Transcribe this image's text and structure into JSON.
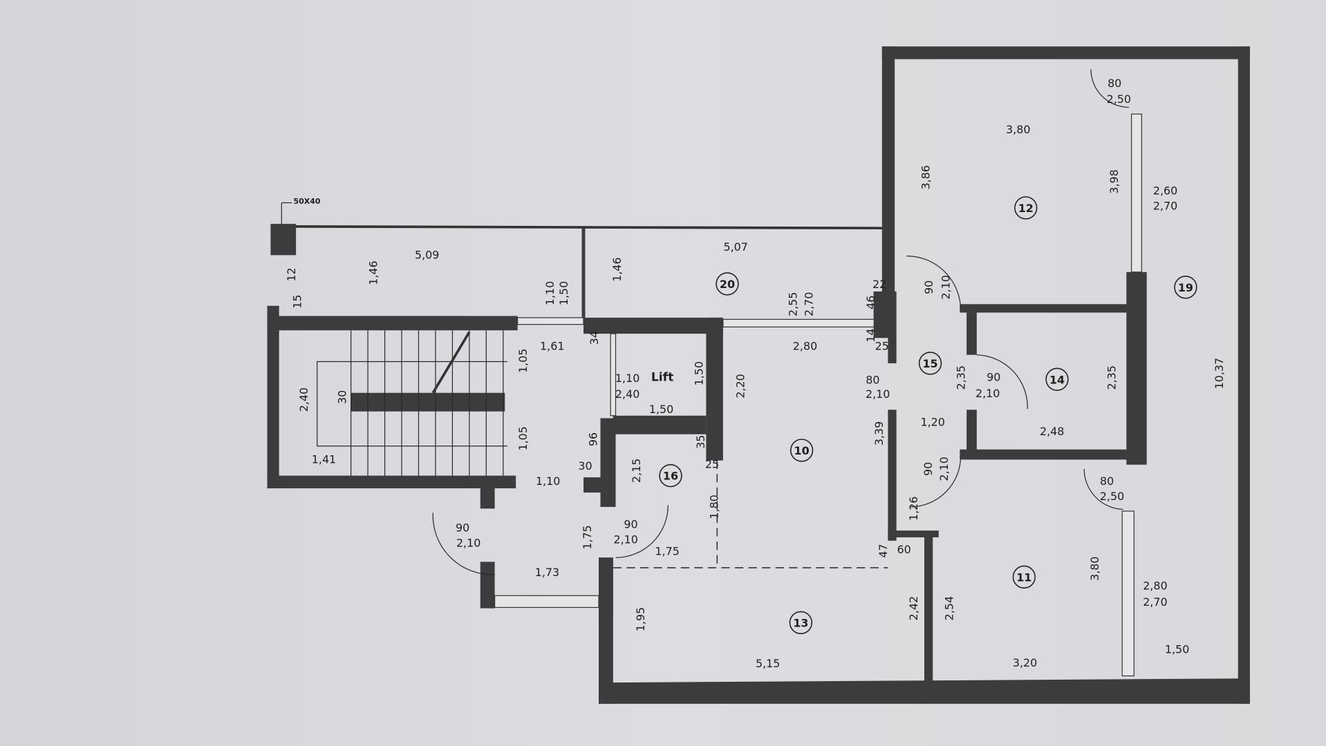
{
  "plan": {
    "column_label": "50X40",
    "lift_label": "Lift",
    "rooms": [
      "20",
      "10",
      "15",
      "12",
      "14",
      "19",
      "16",
      "11",
      "13"
    ],
    "dimensions": [
      "5,09",
      "1,46",
      "12",
      "15",
      "1,10",
      "1,50",
      "5,07",
      "1,46",
      "2,55",
      "2,70",
      "22",
      "46",
      "14",
      "25",
      "90",
      "2,10",
      "1,61",
      "34",
      "1,05",
      "1,05",
      "2,40",
      "30",
      "1,41",
      "1,10",
      "2,40",
      "1,50",
      "1,50",
      "2,80",
      "2,20",
      "80",
      "2,10",
      "2,35",
      "90",
      "2,10",
      "2,35",
      "10,37",
      "3,98",
      "3,86",
      "3,80",
      "80",
      "2,50",
      "2,60",
      "2,70",
      "1,20",
      "2,48",
      "3,39",
      "96",
      "35",
      "25",
      "30",
      "2,15",
      "1,10",
      "90",
      "2,10",
      "80",
      "2,50",
      "1,26",
      "90",
      "2,10",
      "1,75",
      "90",
      "2,10",
      "1,80",
      "1,75",
      "47",
      "60",
      "1,73",
      "3,80",
      "2,80",
      "2,70",
      "1,95",
      "2,42",
      "2,54",
      "1,50",
      "5,15",
      "3,20"
    ],
    "colors": {
      "wall": "#3c3c3e",
      "paper": "#dadbde",
      "ink": "#1e1e1e"
    }
  }
}
